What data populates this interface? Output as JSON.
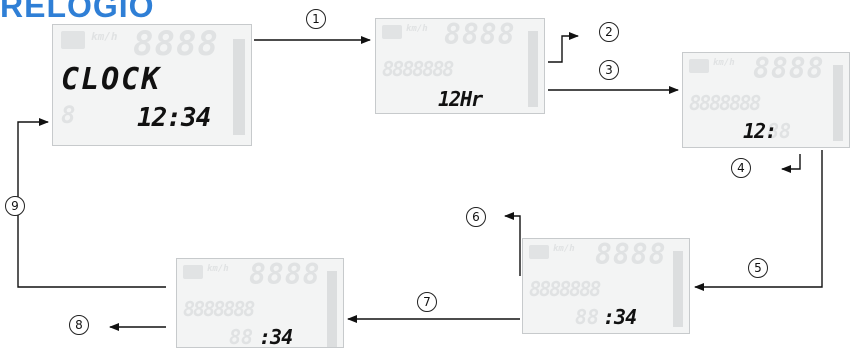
{
  "title": "RELOGIO",
  "screens": {
    "s1": {
      "line1": "CLOCK",
      "line2": "12:34"
    },
    "s2": {
      "value": "12Hr"
    },
    "s3": {
      "value": "12:"
    },
    "s4": {
      "value": ":34"
    },
    "s5": {
      "value": ":34"
    }
  },
  "steps": [
    "1",
    "2",
    "3",
    "4",
    "5",
    "6",
    "7",
    "8",
    "9"
  ],
  "colors": {
    "title": "#2f7fd6",
    "lcd_bg": "#f3f4f4",
    "ghost": "#e1e3e4"
  }
}
